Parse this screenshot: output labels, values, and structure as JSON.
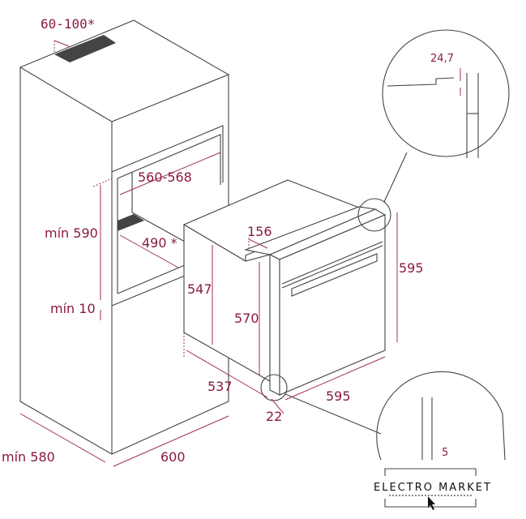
{
  "colors": {
    "line": "#444444",
    "dimension": "#a03050",
    "label": "#8b1a3d",
    "vent": "#444444"
  },
  "dimensions": {
    "vent_gap": "60-100*",
    "niche_width": "560-568",
    "niche_height": "mín 590",
    "niche_depth": "490 *",
    "gap_below": "mín 10",
    "oven_body_height": "547",
    "oven_step": "156",
    "oven_front_inner_height": "570",
    "oven_height": "595",
    "oven_depth": "537",
    "oven_width": "595",
    "door_thickness": "22",
    "cabinet_depth": "mín 580",
    "cabinet_width": "600",
    "detail_top": "24,7",
    "detail_bottom": "5"
  },
  "logo": {
    "title": "ELECTRO MARKET"
  }
}
